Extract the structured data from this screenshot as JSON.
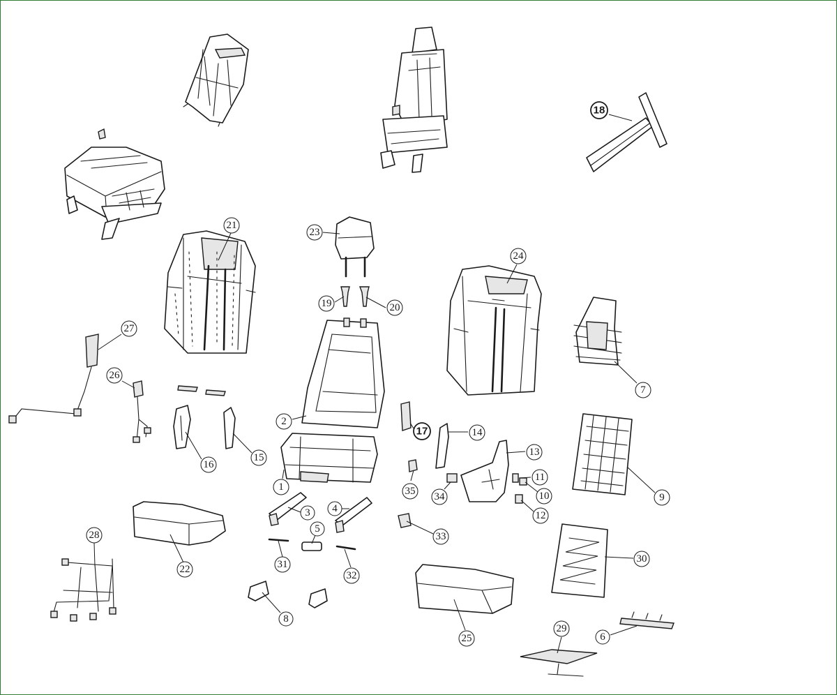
{
  "diagram": {
    "style": {
      "line_color": "#1a1a1a",
      "background": "#ffffff",
      "frame_color": "#2e7d32"
    },
    "callouts": [
      {
        "id": "c18",
        "label": "18",
        "emphasis": true
      },
      {
        "id": "c21",
        "label": "21"
      },
      {
        "id": "c23",
        "label": "23"
      },
      {
        "id": "c19",
        "label": "19"
      },
      {
        "id": "c20",
        "label": "20"
      },
      {
        "id": "c24",
        "label": "24"
      },
      {
        "id": "c27",
        "label": "27"
      },
      {
        "id": "c26",
        "label": "26"
      },
      {
        "id": "c7",
        "label": "7"
      },
      {
        "id": "c2",
        "label": "2"
      },
      {
        "id": "c17",
        "label": "17",
        "emphasis": true
      },
      {
        "id": "c14",
        "label": "14"
      },
      {
        "id": "c16",
        "label": "16"
      },
      {
        "id": "c15",
        "label": "15"
      },
      {
        "id": "c13",
        "label": "13"
      },
      {
        "id": "c9",
        "label": "9"
      },
      {
        "id": "c1",
        "label": "1"
      },
      {
        "id": "c35",
        "label": "35"
      },
      {
        "id": "c11",
        "label": "11"
      },
      {
        "id": "c34",
        "label": "34"
      },
      {
        "id": "c10",
        "label": "10"
      },
      {
        "id": "c3",
        "label": "3"
      },
      {
        "id": "c4",
        "label": "4"
      },
      {
        "id": "c12",
        "label": "12"
      },
      {
        "id": "c5",
        "label": "5"
      },
      {
        "id": "c33",
        "label": "33"
      },
      {
        "id": "c28",
        "label": "28"
      },
      {
        "id": "c22",
        "label": "22"
      },
      {
        "id": "c31",
        "label": "31"
      },
      {
        "id": "c32",
        "label": "32"
      },
      {
        "id": "c30",
        "label": "30"
      },
      {
        "id": "c8",
        "label": "8"
      },
      {
        "id": "c25",
        "label": "25"
      },
      {
        "id": "c29",
        "label": "29"
      },
      {
        "id": "c6",
        "label": "6"
      }
    ]
  }
}
